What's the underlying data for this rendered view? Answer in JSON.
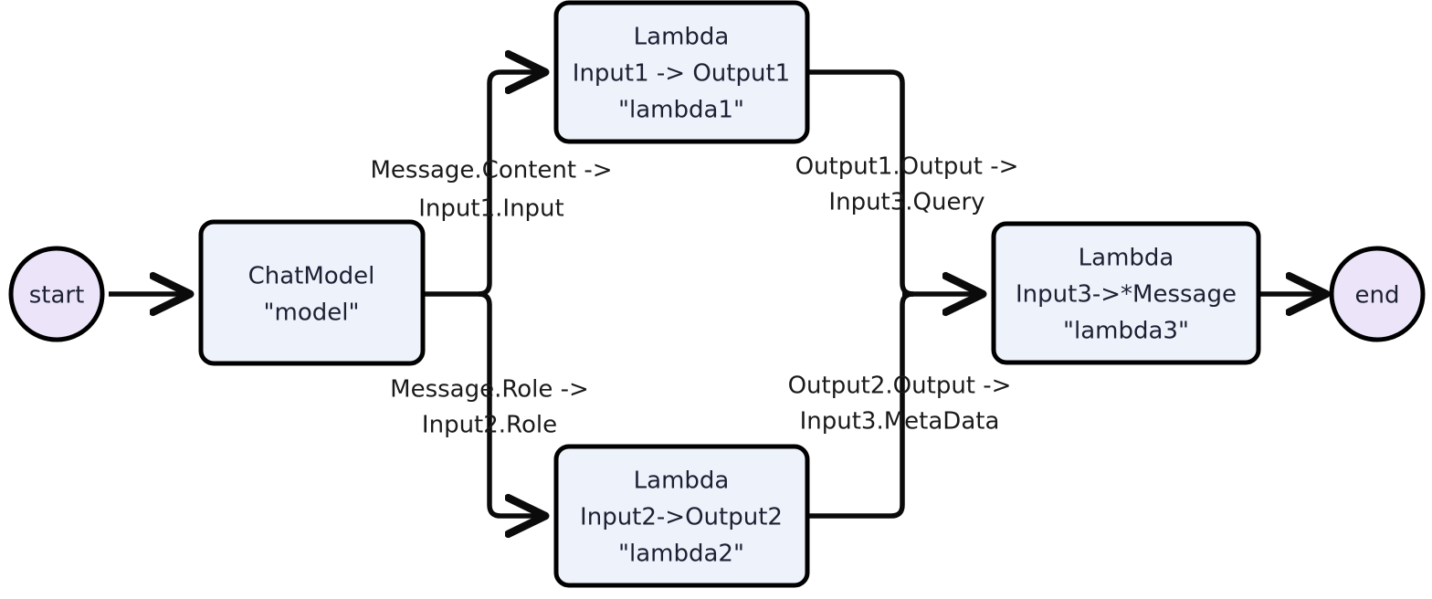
{
  "diagram": {
    "type": "flowchart",
    "direction": "left-to-right",
    "background_color": "#ffffff",
    "node_fill_color": "#eef2fb",
    "terminal_fill_color": "#ece4f8",
    "stroke_color": "#000000",
    "text_color": "#1d2033"
  },
  "nodes": {
    "start": {
      "id": "start",
      "label": "start",
      "shape": "circle"
    },
    "model": {
      "id": "model",
      "shape": "rounded-rect",
      "lines": [
        "ChatModel",
        "\"model\""
      ],
      "line1": "ChatModel",
      "line2": "\"model\"",
      "line3": ""
    },
    "lambda1": {
      "id": "lambda1",
      "shape": "rounded-rect",
      "lines": [
        "Lambda",
        "Input1 -> Output1",
        "\"lambda1\""
      ],
      "line1": "Lambda",
      "line2": "Input1 -> Output1",
      "line3": "\"lambda1\""
    },
    "lambda2": {
      "id": "lambda2",
      "shape": "rounded-rect",
      "lines": [
        "Lambda",
        "Input2->Output2",
        "\"lambda2\""
      ],
      "line1": "Lambda",
      "line2": "Input2->Output2",
      "line3": "\"lambda2\""
    },
    "lambda3": {
      "id": "lambda3",
      "shape": "rounded-rect",
      "lines": [
        "Lambda",
        "Input3->*Message",
        "\"lambda3\""
      ],
      "line1": "Lambda",
      "line2": "Input3->*Message",
      "line3": "\"lambda3\""
    },
    "end": {
      "id": "end",
      "label": "end",
      "shape": "circle"
    }
  },
  "edges": [
    {
      "id": "start-to-model",
      "from": "start",
      "to": "model",
      "label_line1": "",
      "label_line2": ""
    },
    {
      "id": "model-to-lambda1",
      "from": "model",
      "to": "lambda1",
      "label_line1": "Message.Content ->",
      "label_line2": "Input1.Input"
    },
    {
      "id": "model-to-lambda2",
      "from": "model",
      "to": "lambda2",
      "label_line1": "Message.Role ->",
      "label_line2": "Input2.Role"
    },
    {
      "id": "lambda1-to-lambda3",
      "from": "lambda1",
      "to": "lambda3",
      "label_line1": "Output1.Output ->",
      "label_line2": "Input3.Query"
    },
    {
      "id": "lambda2-to-lambda3",
      "from": "lambda2",
      "to": "lambda3",
      "label_line1": "Output2.Output ->",
      "label_line2": "Input3.MetaData"
    },
    {
      "id": "lambda3-to-end",
      "from": "lambda3",
      "to": "end",
      "label_line1": "",
      "label_line2": ""
    }
  ]
}
